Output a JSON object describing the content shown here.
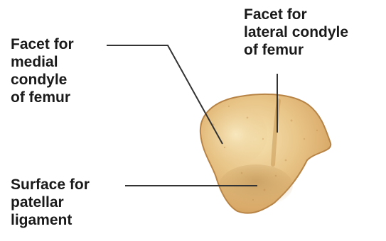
{
  "labels": {
    "medial": {
      "lines": [
        "Facet for",
        "medial",
        "condyle",
        "of femur"
      ]
    },
    "lateral": {
      "lines": [
        "Facet for",
        "lateral condyle",
        "of femur"
      ]
    },
    "patellar": {
      "lines": [
        "Surface for",
        "patellar",
        "ligament"
      ]
    }
  },
  "colors": {
    "bone_base": "#ddb071",
    "bone_light": "#f1d8a0",
    "bone_shadow": "#b98747",
    "leader_line": "#333333"
  }
}
